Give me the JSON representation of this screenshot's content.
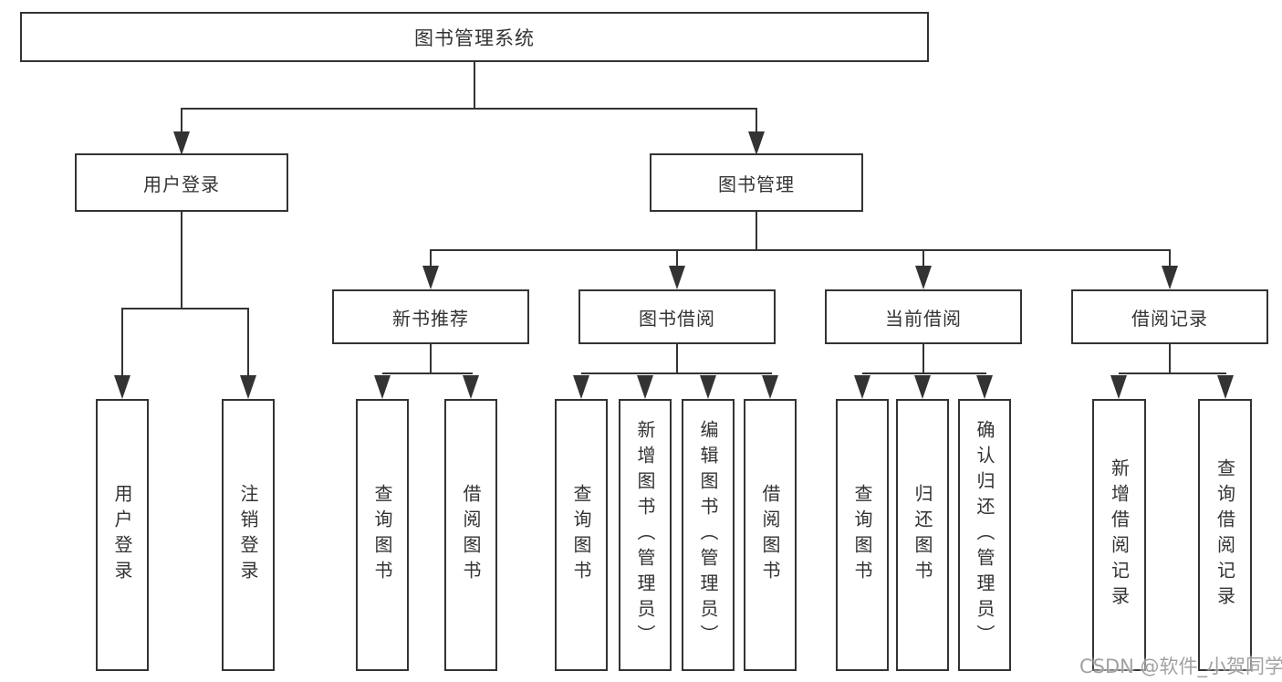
{
  "tree": {
    "root": "图书管理系统",
    "login": {
      "label": "用户登录",
      "children": [
        "用户登录",
        "注销登录"
      ]
    },
    "mgmt": {
      "label": "图书管理"
    },
    "groups": [
      {
        "label": "新书推荐",
        "children": [
          "查询图书",
          "借阅图书"
        ]
      },
      {
        "label": "图书借阅",
        "children": [
          "查询图书",
          "新增图书（管理员）",
          "编辑图书（管理员）",
          "借阅图书"
        ]
      },
      {
        "label": "当前借阅",
        "children": [
          "查询图书",
          "归还图书",
          "确认归还（管理员）"
        ]
      },
      {
        "label": "借阅记录",
        "children": [
          "新增借阅记录",
          "查询借阅记录"
        ]
      }
    ]
  },
  "watermark": "CSDN @软件_小贺同学",
  "colors": {
    "line": "#333333",
    "box_border": "#333333",
    "text": "#333333",
    "background": "#ffffff",
    "watermark": "#949494"
  }
}
